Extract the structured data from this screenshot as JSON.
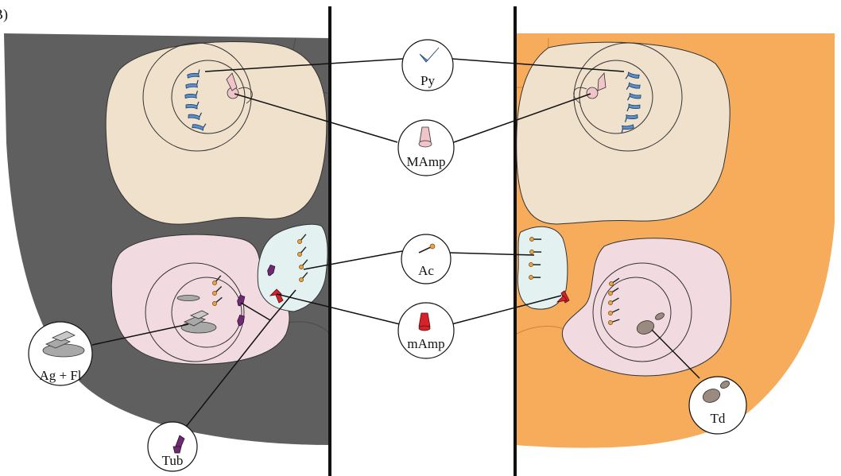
{
  "figure": {
    "panel_label": "B)",
    "colors": {
      "left_body": "#5f5f5f",
      "right_body": "#f6ac5b",
      "posterior_field": "#efe1cb",
      "anterior_field": "#f2dbe0",
      "median_field": "#e4f1f1",
      "pyriform": "#5b8fc9",
      "major_ampullate": "#f0c4c8",
      "aciniform": "#e5a34a",
      "minor_ampullate": "#d4232a",
      "tubuliform": "#6e2a73",
      "aggregate_flagelliform": "#a8a8a8",
      "triad": "#9b8a80"
    },
    "icons": {
      "py": "pyriform-spigot-icon",
      "mamp_major": "major-ampullate-spigot-icon",
      "ac": "aciniform-spigot-icon",
      "mamp_minor": "minor-ampullate-spigot-icon",
      "agfl": "aggregate-flagelliform-spigot-icon",
      "tub": "tubuliform-spigot-icon",
      "td": "triad-spigot-icon"
    }
  },
  "labels": {
    "py": "Py",
    "mamp_major": "MAmp",
    "ac": "Ac",
    "mamp_minor": "mAmp",
    "agfl": "Ag + Fl",
    "tub": "Tub",
    "td": "Td"
  }
}
